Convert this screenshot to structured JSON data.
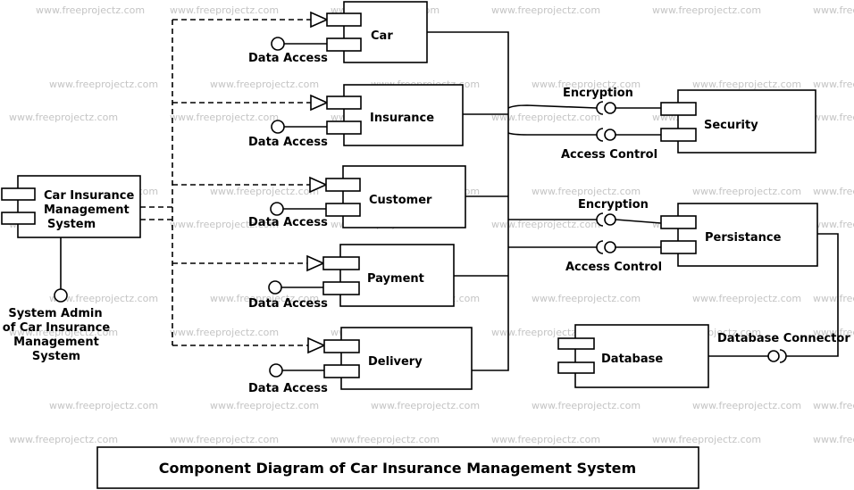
{
  "watermark": "www.freeprojectz.com",
  "title": "Component Diagram of Car Insurance Management System",
  "system": {
    "name_lines": [
      "Car Insurance",
      "Management",
      "System"
    ],
    "actor_lines": [
      "System Admin",
      "of Car Insurance",
      "Management",
      "System"
    ]
  },
  "components": {
    "car": "Car",
    "insurance": "Insurance",
    "customer": "Customer",
    "payment": "Payment",
    "delivery": "Delivery",
    "security": "Security",
    "persistance": "Persistance",
    "database": "Database"
  },
  "interfaces": {
    "data_access": "Data Access",
    "encryption": "Encryption",
    "access_control": "Access Control",
    "database_connector": "Database Connector"
  }
}
